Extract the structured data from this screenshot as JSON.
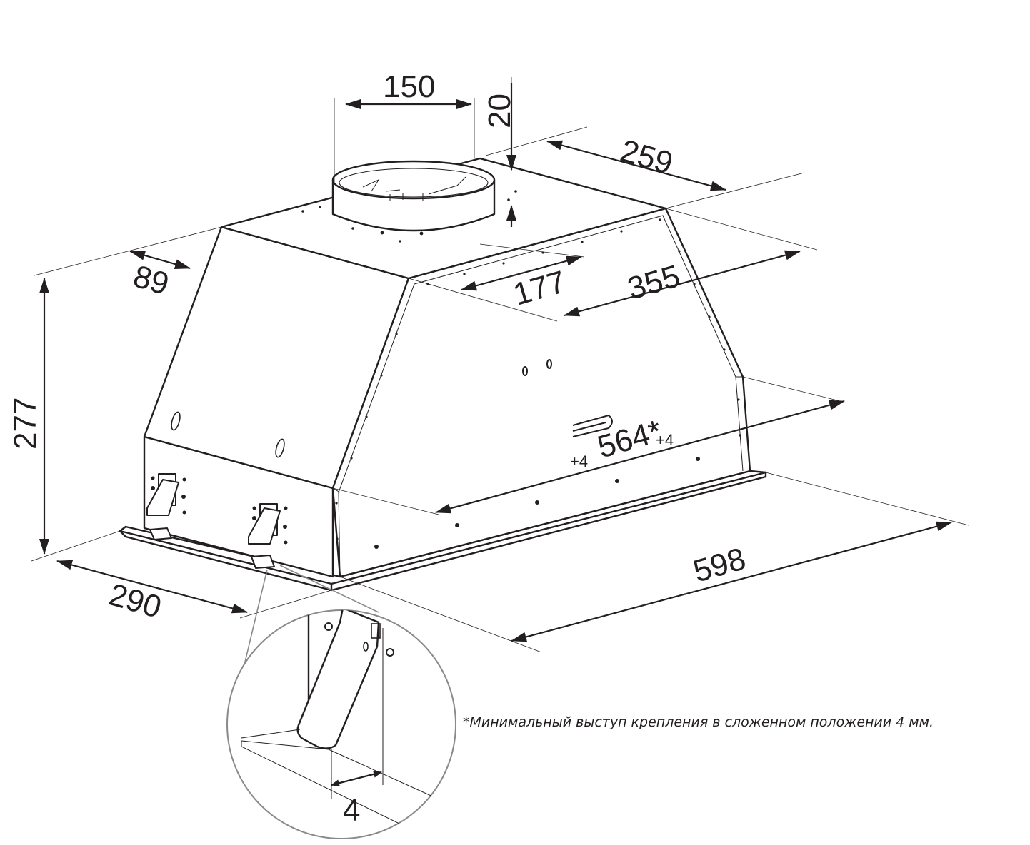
{
  "dimensions": {
    "outlet_diameter": "150",
    "outlet_height": "20",
    "top_depth": "259",
    "front_offset": "89",
    "outlet_offset": "177",
    "top_width": "355",
    "height": "277",
    "cutout_width": "564*",
    "cutout_tol_left": "+4",
    "cutout_tol_right": "+4",
    "base_width": "598",
    "base_depth": "290",
    "bracket_projection": "4"
  },
  "footnote": "*Минимальный выступ крепления в сложенном положении 4 мм.",
  "colors": {
    "line": "#231f20",
    "background": "#ffffff"
  }
}
